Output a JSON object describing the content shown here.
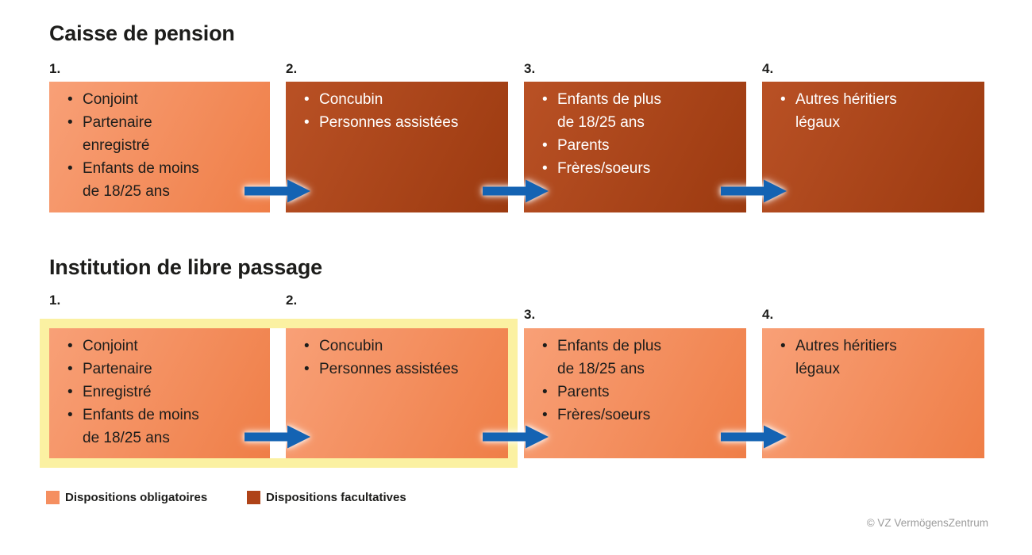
{
  "page": {
    "copyright": "© VZ VermögensZentrum"
  },
  "colors": {
    "light_box_start": "#f8a077",
    "light_box_end": "#ef7e47",
    "dark_box_start": "#b95125",
    "dark_box_end": "#9c3a10",
    "arrow_blue": "#1463b3",
    "highlight_yellow": "#fbf1a2",
    "text_dark": "#1d1d1b",
    "copyright_gray": "#9b9b9b",
    "legend_light_swatch": "#f58f60",
    "legend_dark_swatch": "#af4318"
  },
  "sections": [
    {
      "title": "Caisse de pension",
      "boxes": [
        {
          "number": "1.",
          "variant": "obligatoire",
          "items": [
            "Conjoint",
            "Partenaire\nenregistré",
            "Enfants de moins\nde 18/25 ans"
          ]
        },
        {
          "number": "2.",
          "variant": "facultative",
          "items": [
            "Concubin",
            "Personnes assistées"
          ]
        },
        {
          "number": "3.",
          "variant": "facultative",
          "items": [
            "Enfants de plus\nde 18/25 ans",
            "Parents",
            "Frères/soeurs"
          ]
        },
        {
          "number": "4.",
          "variant": "facultative",
          "items": [
            "Autres héritiers\nlégaux"
          ]
        }
      ]
    },
    {
      "title": "Institution de libre passage",
      "boxes": [
        {
          "number": "1.",
          "variant": "obligatoire",
          "items": [
            "Conjoint",
            "Partenaire",
            "Enregistré",
            "Enfants de moins\nde 18/25 ans"
          ]
        },
        {
          "number": "2.",
          "variant": "obligatoire",
          "items": [
            "Concubin",
            "Personnes assistées"
          ]
        },
        {
          "number": "3.",
          "variant": "obligatoire",
          "items": [
            "Enfants de plus\nde 18/25 ans",
            "Parents",
            "Frères/soeurs"
          ]
        },
        {
          "number": "4.",
          "variant": "obligatoire",
          "items": [
            "Autres héritiers\nlégaux"
          ]
        }
      ],
      "highlight_covers_boxes": [
        1,
        2
      ]
    }
  ],
  "legend": [
    {
      "label": "Dispositions obligatoires",
      "variant": "obligatoire"
    },
    {
      "label": "Dispositions facultatives",
      "variant": "facultative"
    }
  ]
}
